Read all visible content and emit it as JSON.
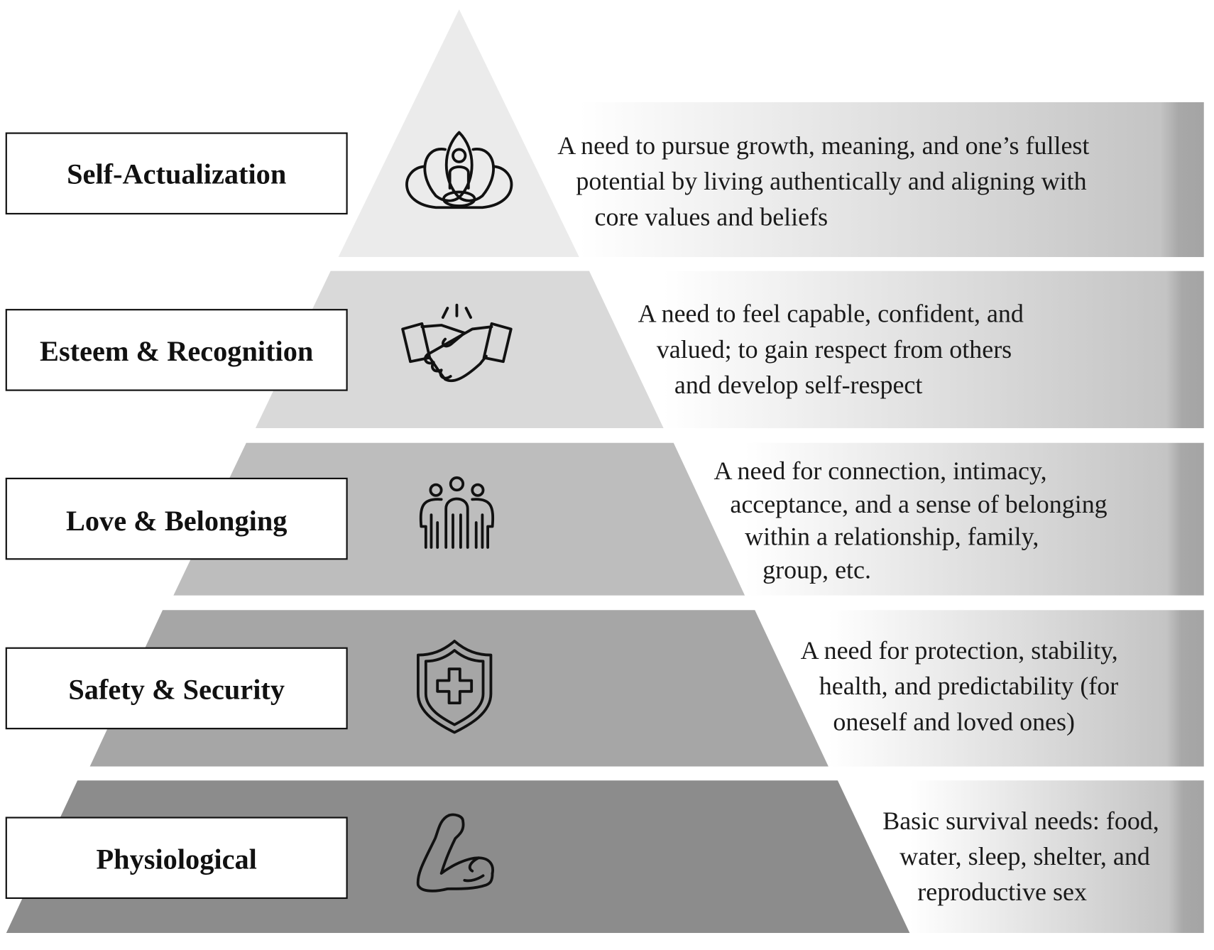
{
  "tiers": [
    {
      "label": "Self-Actualization",
      "icon": "lotus-meditation-icon",
      "color": "#ebebeb",
      "description": [
        "A need to pursue growth, meaning, and one’s fullest",
        "potential by living authentically and aligning with",
        "core values and beliefs"
      ]
    },
    {
      "label": "Esteem & Recognition",
      "icon": "handshake-icon",
      "color": "#d9d9d9",
      "description": [
        "A need to feel capable, confident, and",
        "valued; to gain respect from others",
        "and develop self-respect"
      ]
    },
    {
      "label": "Love & Belonging",
      "icon": "group-people-icon",
      "color": "#bdbdbd",
      "description": [
        "A need for connection, intimacy,",
        "acceptance, and a sense of belonging",
        "within a relationship, family,",
        "group, etc."
      ]
    },
    {
      "label": "Safety & Security",
      "icon": "shield-cross-icon",
      "color": "#a6a6a6",
      "description": [
        "A need for protection, stability,",
        "health, and predictability (for",
        "oneself and loved ones)"
      ]
    },
    {
      "label": "Physiological",
      "icon": "flexed-arm-icon",
      "color": "#8c8c8c",
      "description": [
        "Basic survival needs: food,",
        "water, sleep, shelter, and",
        "reproductive sex"
      ]
    }
  ]
}
